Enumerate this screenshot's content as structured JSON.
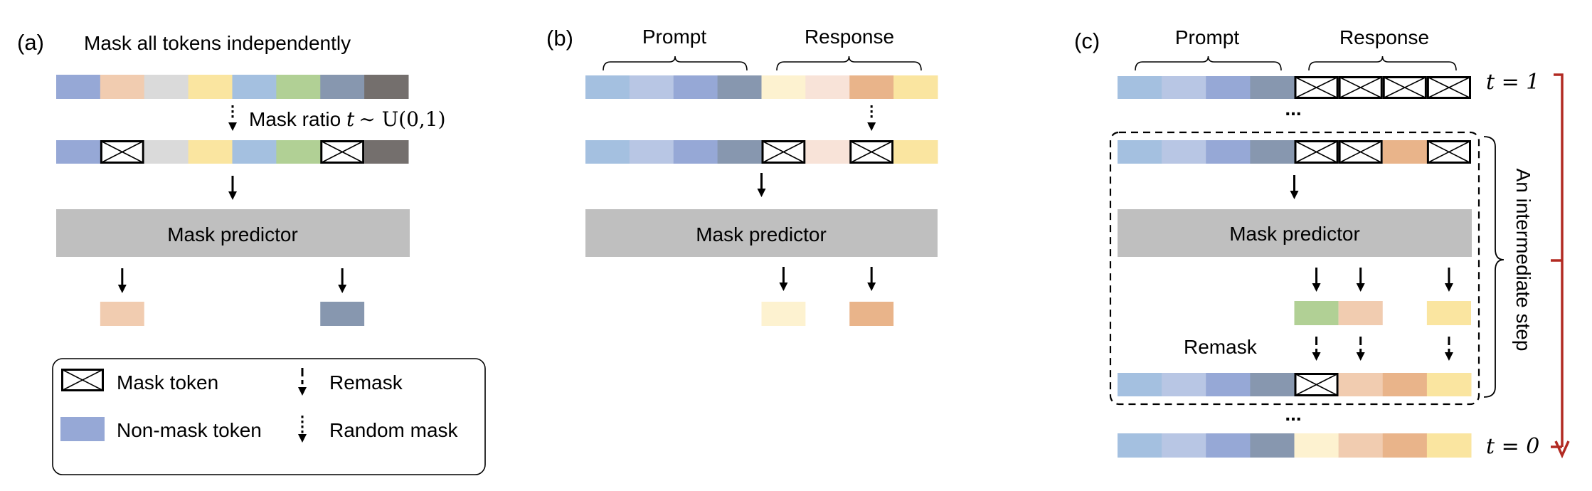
{
  "colors": {
    "blue_light": "#A4C0E0",
    "lavender": "#B8C6E4",
    "periwinkle": "#96A8D6",
    "slate": "#8797AF",
    "cream": "#FDF2D0",
    "peach_light": "#F8E3D8",
    "peach": "#F1CCB0",
    "orange": "#E9B48A",
    "yellow": "#FAE5A0",
    "gray_light": "#DADADA",
    "green": "#B1D095",
    "gray_dark": "#746F6D",
    "predictor": "#BFBFBF",
    "timeline": "#B22A22",
    "mask_fill": "#FFFFFF",
    "mask_stroke": "#000000"
  },
  "panel_a": {
    "label": "(a)",
    "title": "Mask all tokens independently",
    "row_input": [
      "periwinkle",
      "peach",
      "gray_light",
      "yellow",
      "blue_light",
      "green",
      "slate",
      "gray_dark"
    ],
    "arrow_label_text": "Mask ratio ",
    "arrow_label_math_t": "t",
    "arrow_label_math_rest": "∼ U(0,1)",
    "row_masked": [
      "periwinkle",
      "MASK",
      "gray_light",
      "yellow",
      "blue_light",
      "green",
      "MASK",
      "gray_dark"
    ],
    "predictor_label": "Mask predictor",
    "outputs": [
      {
        "index": 1,
        "color": "peach"
      },
      {
        "index": 6,
        "color": "slate"
      }
    ]
  },
  "panel_b": {
    "label": "(b)",
    "prompt_label": "Prompt",
    "response_label": "Response",
    "row_input": [
      "blue_light",
      "lavender",
      "periwinkle",
      "slate",
      "cream",
      "peach_light",
      "orange",
      "yellow"
    ],
    "row_masked": [
      "blue_light",
      "lavender",
      "periwinkle",
      "slate",
      "MASK",
      "peach_light",
      "MASK",
      "yellow"
    ],
    "predictor_label": "Mask predictor",
    "outputs": [
      {
        "index": 4,
        "color": "cream"
      },
      {
        "index": 6,
        "color": "orange"
      }
    ]
  },
  "panel_c": {
    "label": "(c)",
    "prompt_label": "Prompt",
    "response_label": "Response",
    "row_t1": [
      "blue_light",
      "lavender",
      "periwinkle",
      "slate",
      "MASK",
      "MASK",
      "MASK",
      "MASK"
    ],
    "t1_label": "t = 1",
    "ellipsis": "...",
    "row_step_in": [
      "blue_light",
      "lavender",
      "periwinkle",
      "slate",
      "MASK",
      "MASK",
      "orange",
      "MASK"
    ],
    "predictor_label": "Mask predictor",
    "outputs": [
      {
        "index": 4,
        "color": "green"
      },
      {
        "index": 5,
        "color": "peach"
      },
      {
        "index": 7,
        "color": "yellow"
      }
    ],
    "remask_label": "Remask",
    "row_step_out": [
      "blue_light",
      "lavender",
      "periwinkle",
      "slate",
      "MASK",
      "peach",
      "orange",
      "yellow"
    ],
    "row_t0": [
      "blue_light",
      "lavender",
      "periwinkle",
      "slate",
      "cream",
      "peach",
      "orange",
      "yellow"
    ],
    "t0_label": "t = 0",
    "step_label": "An intermediate step"
  },
  "legend": {
    "mask_token": "Mask token",
    "non_mask_token": "Non-mask token",
    "non_mask_color": "periwinkle",
    "remask": "Remask",
    "random_mask": "Random mask"
  }
}
